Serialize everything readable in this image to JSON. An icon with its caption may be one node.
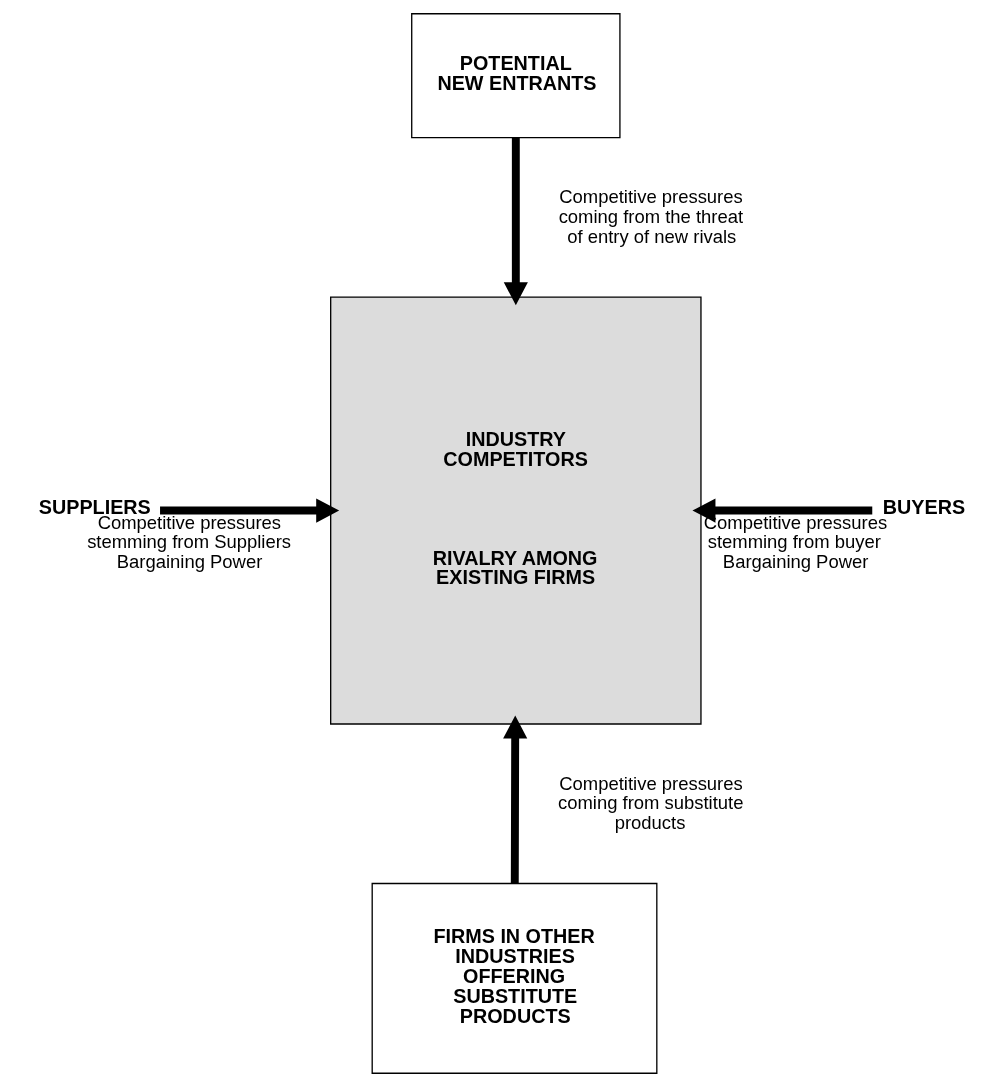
{
  "diagram": {
    "nodes": [
      {
        "text": [
          "POTENTIAL NEW ENTRANTS"
        ]
      },
      {
        "text": [
          "INDUSTRY COMPETITORS",
          "RIVALRY AMONG EXISTING FIRMS"
        ]
      },
      {
        "text": [
          "SUPPLIERS"
        ]
      },
      {
        "text": [
          "BUYERS"
        ]
      },
      {
        "text": [
          "FIRMS IN OTHER INDUSTRIES OFFERING SUBSTITUTE PRODUCTS"
        ]
      }
    ],
    "edges": [
      {
        "from": 0,
        "to": 1,
        "arrow": "to",
        "label": "Competitive pressures coming from the threat of entry of new rivals"
      },
      {
        "from": 2,
        "to": 1,
        "arrow": "to",
        "label": "Competitive pressures stemming from Suppliers Bargaining Power"
      },
      {
        "from": 3,
        "to": 1,
        "arrow": "to",
        "label": "Competitive pressures stemming from buyer Bargaining Power"
      },
      {
        "from": 4,
        "to": 1,
        "arrow": "to",
        "label": "Competitive pressures coming from substitute products"
      }
    ]
  }
}
